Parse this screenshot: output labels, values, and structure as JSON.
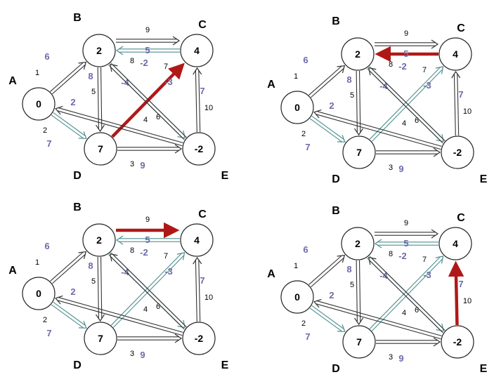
{
  "colors": {
    "black_edge": "#333333",
    "blue_edge": "#4f8f8f",
    "highlight": "#b01818",
    "blue_text": "#6b6ba8",
    "node_fill": "#ffffff"
  },
  "panels": [
    {
      "id": "top-left",
      "nodes": {
        "A": "0",
        "B": "2",
        "C": "4",
        "D": "7",
        "E": "-2"
      },
      "highlight_edge": "D-C",
      "edges": {
        "A-B": {
          "black": "1",
          "blue": "6"
        },
        "B-C": {
          "black": "9",
          "blue": ""
        },
        "C-B": {
          "black": "8",
          "blue": "5",
          "blue2": "-2"
        },
        "B-D": {
          "black": "5",
          "blue": "8"
        },
        "B-E": {
          "black": "",
          "blue": "-4"
        },
        "D-C": {
          "black": "7",
          "blue": "-3"
        },
        "E-A": {
          "black": "4",
          "blue": "2"
        },
        "E-C": {
          "black": "10",
          "blue": "7"
        },
        "A-D": {
          "black": "2",
          "blue": "7"
        },
        "D-E": {
          "black": "3",
          "blue": "9"
        },
        "E-B": {
          "black": "6",
          "blue": ""
        }
      }
    },
    {
      "id": "top-right",
      "nodes": {
        "A": "0",
        "B": "2",
        "C": "4",
        "D": "7",
        "E": "-2"
      },
      "highlight_edge": "C-B",
      "edges": {
        "A-B": {
          "black": "1",
          "blue": "6"
        },
        "B-C": {
          "black": "9",
          "blue": ""
        },
        "C-B": {
          "black": "8",
          "blue": "5",
          "blue2": "-2"
        },
        "B-D": {
          "black": "5",
          "blue": "8"
        },
        "B-E": {
          "black": "",
          "blue": "-4"
        },
        "D-C": {
          "black": "7",
          "blue": "-3"
        },
        "E-A": {
          "black": "4",
          "blue": "2"
        },
        "E-C": {
          "black": "10",
          "blue": "7"
        },
        "A-D": {
          "black": "2",
          "blue": "7"
        },
        "D-E": {
          "black": "3",
          "blue": "9"
        },
        "E-B": {
          "black": "6",
          "blue": ""
        }
      }
    },
    {
      "id": "bottom-left",
      "nodes": {
        "A": "0",
        "B": "2",
        "C": "4",
        "D": "7",
        "E": "-2"
      },
      "highlight_edge": "B-C",
      "edges": {
        "A-B": {
          "black": "1",
          "blue": "6"
        },
        "B-C": {
          "black": "9",
          "blue": ""
        },
        "C-B": {
          "black": "8",
          "blue": "5",
          "blue2": "-2"
        },
        "B-D": {
          "black": "5",
          "blue": "8"
        },
        "B-E": {
          "black": "",
          "blue": "-4"
        },
        "D-C": {
          "black": "7",
          "blue": "-3"
        },
        "E-A": {
          "black": "4",
          "blue": "2"
        },
        "E-C": {
          "black": "10",
          "blue": "7"
        },
        "A-D": {
          "black": "2",
          "blue": "7"
        },
        "D-E": {
          "black": "3",
          "blue": "9"
        },
        "E-B": {
          "black": "6",
          "blue": ""
        }
      }
    },
    {
      "id": "bottom-right",
      "nodes": {
        "A": "0",
        "B": "2",
        "C": "4",
        "D": "7",
        "E": "-2"
      },
      "highlight_edge": "E-C",
      "edges": {
        "A-B": {
          "black": "1",
          "blue": "6"
        },
        "B-C": {
          "black": "9",
          "blue": ""
        },
        "C-B": {
          "black": "8",
          "blue": "5",
          "blue2": "-2"
        },
        "B-D": {
          "black": "5",
          "blue": "8"
        },
        "B-E": {
          "black": "",
          "blue": "-4"
        },
        "D-C": {
          "black": "7",
          "blue": "-3"
        },
        "E-A": {
          "black": "4",
          "blue": "2"
        },
        "E-C": {
          "black": "10",
          "blue": "7"
        },
        "A-D": {
          "black": "2",
          "blue": "7"
        },
        "D-E": {
          "black": "3",
          "blue": "9"
        },
        "E-B": {
          "black": "6",
          "blue": ""
        }
      }
    }
  ]
}
